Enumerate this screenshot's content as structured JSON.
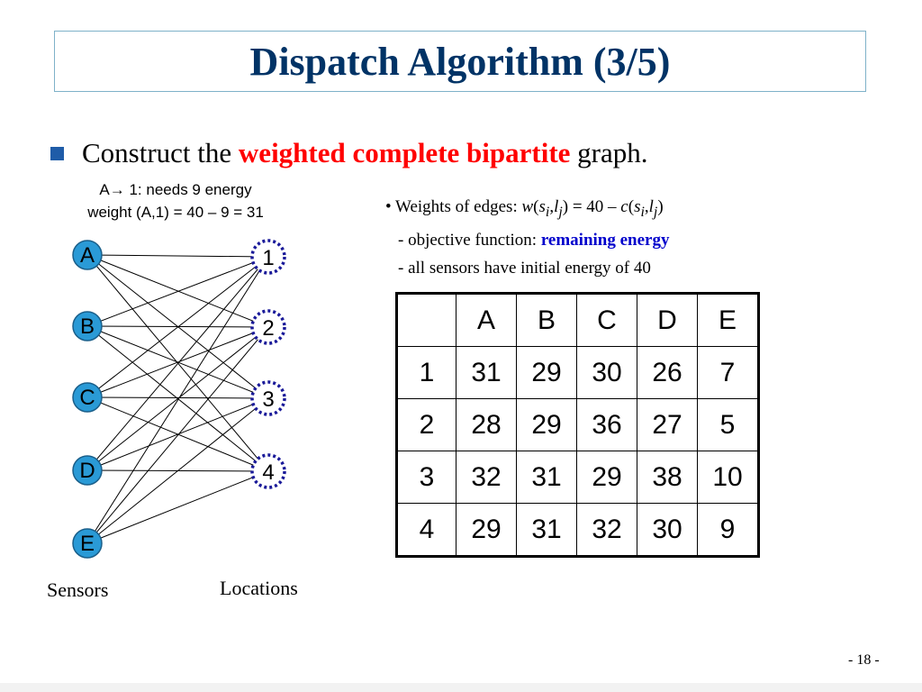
{
  "slide": {
    "title": "Dispatch Algorithm (3/5)",
    "bullet": {
      "prefix": "Construct the ",
      "highlight": "weighted complete bipartite",
      "suffix": " graph."
    },
    "note": {
      "line1_a": "A",
      "arrow": "→",
      "line1_b": " 1: needs 9 energy",
      "line2": "weight (A,1) = 40 – 9 = 31"
    },
    "weights": {
      "line1_prefix": "• Weights of edges: ",
      "line2_prefix": "- objective function: ",
      "line2_highlight": "remaining energy",
      "line3": "- all sensors have initial energy of 40"
    },
    "graph": {
      "sensors": [
        "A",
        "B",
        "C",
        "D",
        "E"
      ],
      "locations": [
        "1",
        "2",
        "3",
        "4"
      ],
      "sensors_label": "Sensors",
      "locations_label": "Locations"
    },
    "table": {
      "header": [
        "",
        "A",
        "B",
        "C",
        "D",
        "E"
      ],
      "rows": [
        [
          "1",
          "31",
          "29",
          "30",
          "26",
          "7"
        ],
        [
          "2",
          "28",
          "29",
          "36",
          "27",
          "5"
        ],
        [
          "3",
          "32",
          "31",
          "29",
          "38",
          "10"
        ],
        [
          "4",
          "29",
          "31",
          "32",
          "30",
          "9"
        ]
      ]
    },
    "page_number": "- 18 -",
    "colors": {
      "title": "#003366",
      "highlight_red": "#ff0000",
      "highlight_blue": "#0000cc",
      "sensor_fill": "#2a9ad6",
      "location_border": "#1a1a99",
      "title_border": "#7fb2c9"
    }
  }
}
